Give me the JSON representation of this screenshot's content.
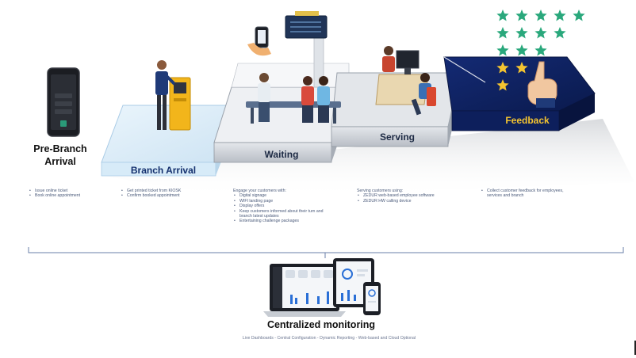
{
  "stages": {
    "pre_branch": {
      "title_line1": "Pre-Branch",
      "title_line2": "Arrival",
      "bullets": [
        "Issue online ticket",
        "Book online appointment"
      ]
    },
    "branch_arrival": {
      "title": "Branch Arrival",
      "bullets": [
        "Get printed ticket from KIOSK",
        "Confirm booked appointment"
      ]
    },
    "waiting": {
      "title": "Waiting",
      "intro": "Engage your customers with:",
      "bullets": [
        "Digital signage",
        "WIFI landing page",
        "Display offers",
        "Keep customers informed about their turn and branch latest updates",
        "Entertaining challenge packages"
      ]
    },
    "serving": {
      "title": "Serving",
      "intro": "Serving customers using:",
      "bullets": [
        "ZEDUR web-based employee software",
        "ZEDUR HW calling device"
      ]
    },
    "feedback": {
      "title": "Feedback",
      "bullets": [
        "Collect customer feedback for employees, services and branch"
      ]
    }
  },
  "monitoring": {
    "title": "Centralized monitoring",
    "subtitle": "Live Dashboards - Central Configuration - Dynamic Reporting - Web-based and Cloud Optional"
  },
  "colors": {
    "navy": "#0d1f5c",
    "light_blue": "#cfe6f6",
    "gray_step": "#c7cbd2",
    "kiosk_yellow": "#f2b51b",
    "star_green": "#2aa87c",
    "star_yellow": "#f4c430",
    "text_blue": "#4a5a7a"
  },
  "icons": [
    "smartphone-icon",
    "kiosk-icon",
    "waiting-people-icon",
    "phone-hand-icon",
    "signage-board-icon",
    "employee-desk-icon",
    "star-rating-icon",
    "pointing-hand-icon",
    "laptop-icon",
    "tablet-icon",
    "mobile-icon",
    "bracket-icon"
  ]
}
